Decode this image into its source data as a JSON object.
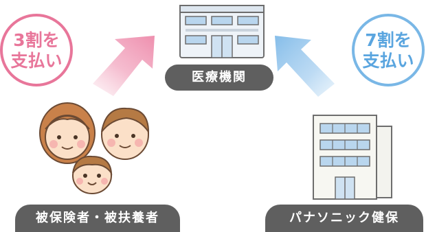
{
  "labels": {
    "hospital": "医療機関",
    "insured": "被保険者・被扶養者",
    "insurer": "パナソニック健保"
  },
  "badges": {
    "patient_share_line1": "3割を",
    "patient_share_line2": "支払い",
    "insurer_share_line1": "7割を",
    "insurer_share_line2": "支払い"
  },
  "colors": {
    "pink": "#e8769a",
    "blue": "#79b7e6",
    "pill": "#5f5f5f"
  }
}
